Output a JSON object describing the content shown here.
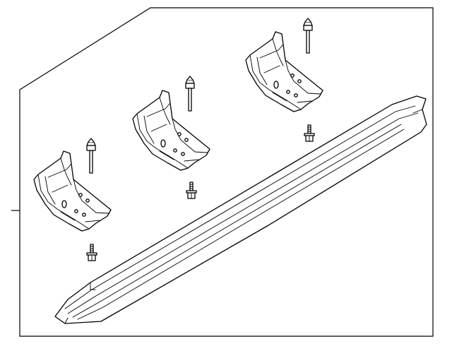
{
  "diagram": {
    "type": "exploded-parts-diagram",
    "line_color": "#000000",
    "background_color": "#ffffff",
    "parts": [
      {
        "name": "running-board",
        "count": 1
      },
      {
        "name": "mounting-bracket",
        "count": 3
      },
      {
        "name": "upper-bolt",
        "count": 3
      },
      {
        "name": "lower-bolt",
        "count": 3
      }
    ]
  }
}
